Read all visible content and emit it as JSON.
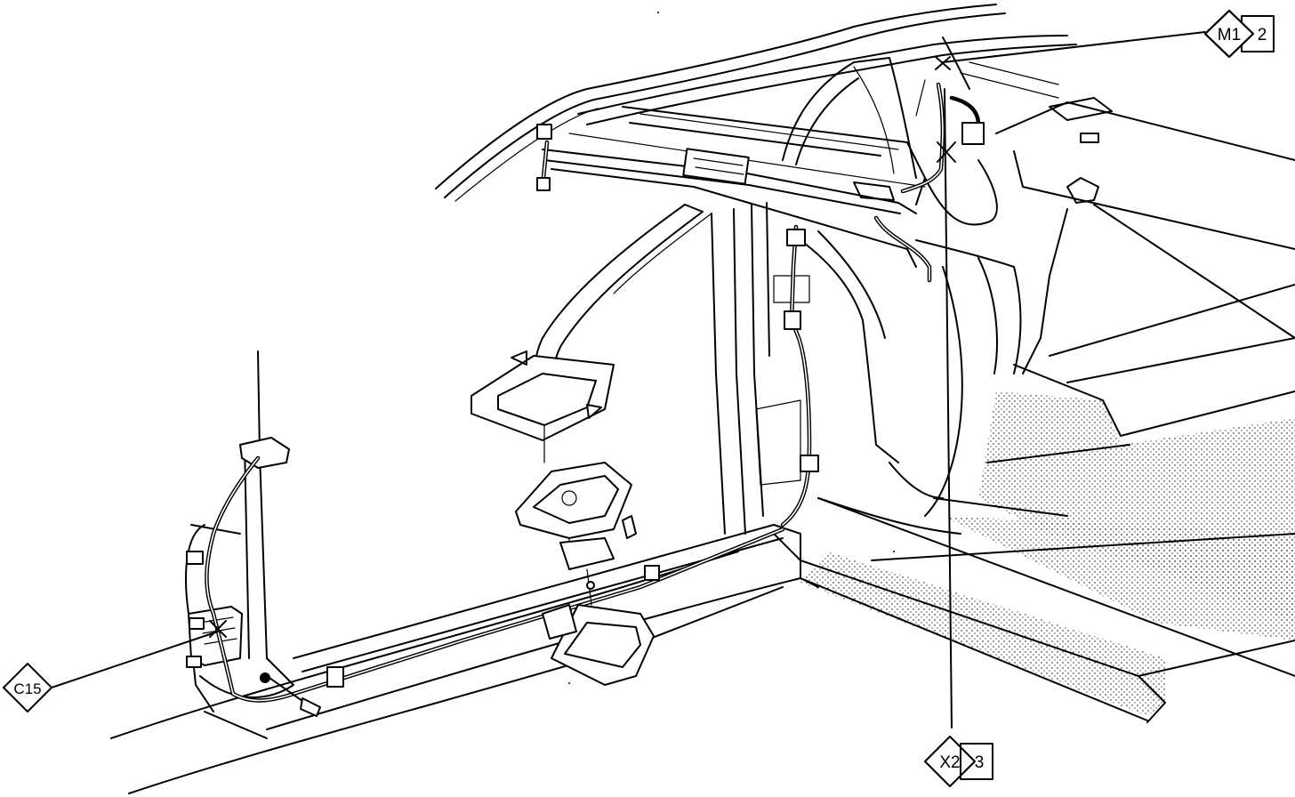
{
  "callouts": {
    "m1": {
      "code": "M1",
      "page": "2"
    },
    "x2": {
      "code": "X2",
      "page": "3"
    },
    "c15": {
      "code": "C15"
    }
  }
}
